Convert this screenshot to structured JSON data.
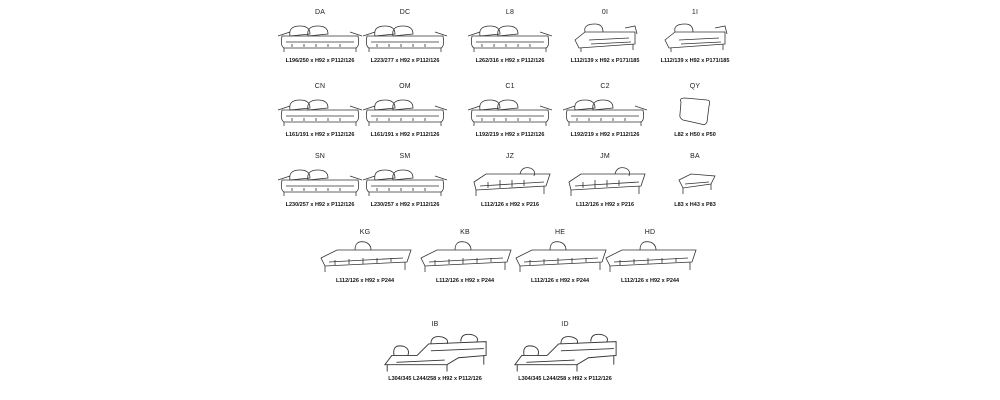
{
  "rows": [
    [
      {
        "code": "DA",
        "dims": "L196/250 x H92 x P112/126",
        "shape": "sofa2"
      },
      {
        "code": "DC",
        "dims": "L223/277 x H92 x P112/126",
        "shape": "sofa2"
      },
      {
        "code": "L8",
        "dims": "L262/316 x H92 x P112/126",
        "shape": "sofa2"
      },
      {
        "code": "0I",
        "dims": "L112/139 x H92 x P171/185",
        "shape": "chaise"
      },
      {
        "code": "1I",
        "dims": "L112/139 x H92 x P171/185",
        "shape": "chaise"
      }
    ],
    [
      {
        "code": "CN",
        "dims": "L161/191 x H92 x P112/126",
        "shape": "sofa2"
      },
      {
        "code": "OM",
        "dims": "L161/191 x H92 x P112/126",
        "shape": "sofa2"
      },
      {
        "code": "C1",
        "dims": "L192/219 x H92 x P112/126",
        "shape": "sofa2"
      },
      {
        "code": "C2",
        "dims": "L192/219 x H92 x P112/126",
        "shape": "sofa2"
      },
      {
        "code": "QY",
        "dims": "L82 x H50 x P50",
        "shape": "cushion"
      }
    ],
    [
      {
        "code": "SN",
        "dims": "L230/257 x H92 x P112/126",
        "shape": "sofa2"
      },
      {
        "code": "SM",
        "dims": "L230/257 x H92 x P112/126",
        "shape": "sofa2"
      },
      {
        "code": "JZ",
        "dims": "L112/126 x H92 x P216",
        "shape": "daybed"
      },
      {
        "code": "JM",
        "dims": "L112/126 x H92 x P216",
        "shape": "daybed"
      },
      {
        "code": "BA",
        "dims": "L83 x H43 x P83",
        "shape": "pouf"
      }
    ],
    [
      {
        "code": "KG",
        "dims": "L112/126 x H92 x P244",
        "shape": "long"
      },
      {
        "code": "KB",
        "dims": "L112/126 x H92 x P244",
        "shape": "long"
      },
      {
        "code": "HE",
        "dims": "L112/126 x H92 x P244",
        "shape": "long"
      },
      {
        "code": "HD",
        "dims": "L112/126 x H92 x P244",
        "shape": "long"
      }
    ],
    [
      {
        "code": "IB",
        "dims": "L304/345 L244/258 x H92 x P112/126",
        "shape": "corner"
      },
      {
        "code": "ID",
        "dims": "L304/345 L244/258 x H92 x P112/126",
        "shape": "corner"
      }
    ]
  ]
}
